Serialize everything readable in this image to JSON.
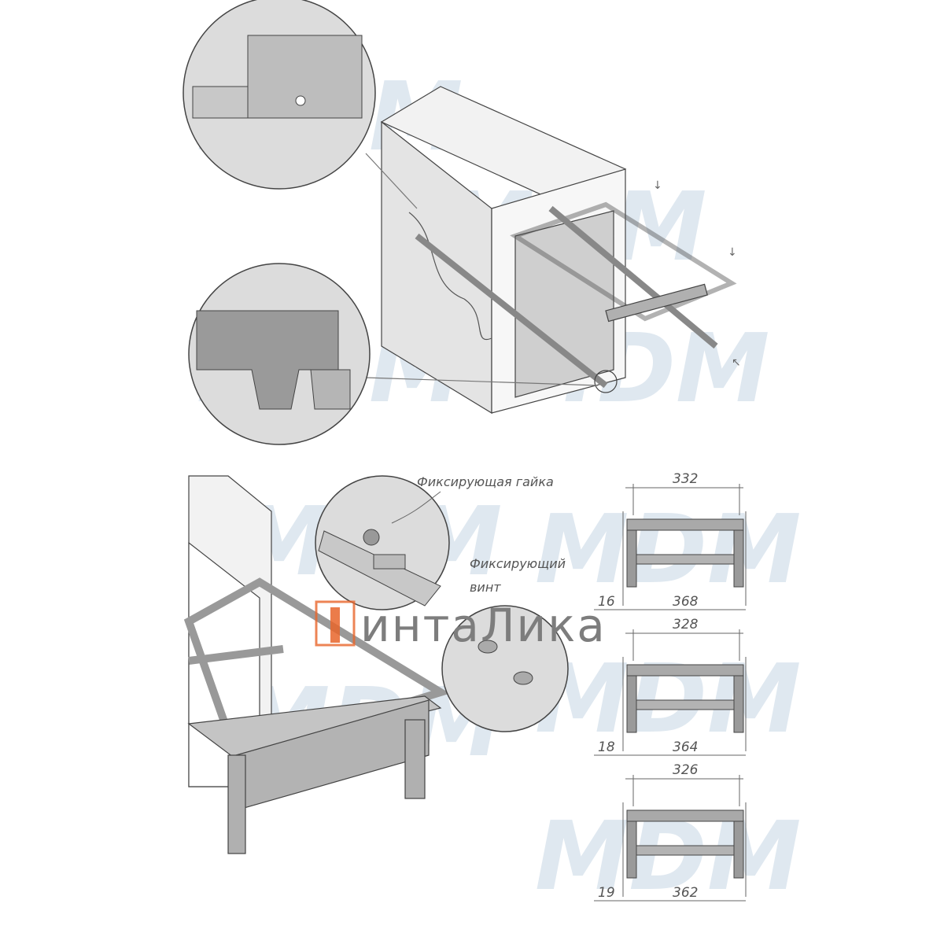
{
  "callouts": {
    "nut_label": "Фиксирующая гайка",
    "screw_label_line1": "Фиксирующий",
    "screw_label_line2": "винт"
  },
  "dimensions": [
    {
      "top": "332",
      "side": "16",
      "bottom": "368"
    },
    {
      "top": "328",
      "side": "18",
      "bottom": "364"
    },
    {
      "top": "326",
      "side": "19",
      "bottom": "362"
    }
  ],
  "watermark": {
    "text": "MDM"
  },
  "logo": {
    "text": "интаЛика",
    "accent": "#e8652a"
  },
  "colors": {
    "metal": "#a9a9a9",
    "panel": "#e6e6e6",
    "line": "#444444"
  }
}
